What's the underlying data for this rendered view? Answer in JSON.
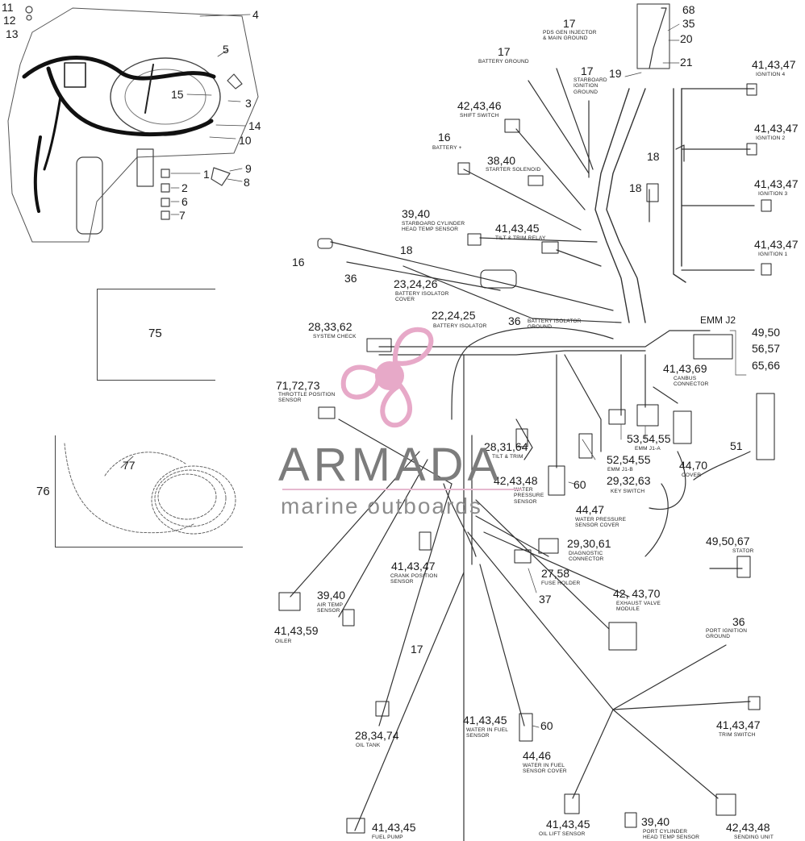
{
  "diagram": {
    "callouts": {
      "c11": "11",
      "c12": "12",
      "c13": "13",
      "c4": "4",
      "c5": "5",
      "c15": "15",
      "c3": "3",
      "c14": "14",
      "c10": "10",
      "c1": "1",
      "c2": "2",
      "c6": "6",
      "c7": "7",
      "c9": "9",
      "c8": "8",
      "c75": "75",
      "c76": "76",
      "c77": "77",
      "c17a": "17",
      "c17b": "17",
      "c17c": "17",
      "c17d": "17",
      "c68": "68",
      "c35": "35",
      "c20": "20",
      "c21": "21",
      "c19": "19",
      "c414347a": "41,43,47",
      "c414347b": "41,43,47",
      "c414347c": "41,43,47",
      "c414347d": "41,43,47",
      "c424346": "42,43,46",
      "c16a": "16",
      "c16b": "16",
      "c3840": "38,40",
      "c18a": "18",
      "c18b": "18",
      "c18c": "18",
      "c3940a": "39,40",
      "c414345a": "41,43,45",
      "c36a": "36",
      "c232426": "23,24,26",
      "c222425": "22,24,25",
      "c36b": "36",
      "c283362": "28,33,62",
      "emmj2": "EMM J2",
      "c4950": "49,50",
      "c5657": "56,57",
      "c6566": "65,66",
      "c414369": "41,43,69",
      "c717273": "71,72,73",
      "c283164": "28,31,64",
      "c424348a": "42,43,48",
      "c60a": "60",
      "c535455": "53,54,55",
      "c525455": "52,54,55",
      "c293263": "29,32,63",
      "c4470": "44,70",
      "c51": "51",
      "c4447": "44,47",
      "c293061": "29,30,61",
      "c2758": "27,58",
      "c37": "37",
      "c414347e": "41,43,47",
      "c3940b": "39,40",
      "c414359": "41,43,59",
      "c495067": "49,50,67",
      "c424370": "42, 43,70",
      "c36c": "36",
      "c283474": "28,34,74",
      "c414345b": "41,43,45",
      "c60b": "60",
      "c4446": "44,46",
      "c414347f": "41,43,47",
      "c414345c": "41,43,45",
      "c414345d": "41,43,45",
      "c3940c": "39,40",
      "c424348b": "42,43,48"
    },
    "captions": {
      "pds_injector": "PDS GEN INJECTOR\n& MAIN GROUND",
      "battery_ground": "BATTERY GROUND",
      "starboard_ignition_ground": "STARBOARD\nIGNITION\nGROUND",
      "shift_switch": "SHIFT SWITCH",
      "battery_plus": "BATTERY +",
      "starter_solenoid": "STARTER SOLENOID",
      "stbd_head_temp": "STARBOARD CYLINDER\nHEAD TEMP SENSOR",
      "tilt_trim_relay": "TILT & TRIM RELAY",
      "battery_isolator_cover": "BATTERY ISOLATOR\nCOVER",
      "battery_isolator": "BATTERY ISOLATOR",
      "battery_isolator_ground": "BATTERY ISOLATOR\nGROUND",
      "system_check": "SYSTEM CHECK",
      "ignition4": "IGNITION 4",
      "ignition2": "IGNITION 2",
      "ignition3": "IGNITION 3",
      "ignition1": "IGNITION 1",
      "canbus": "CANBUS\nCONNECTOR",
      "throttle_pos": "THROTTLE POSITION\nSENSOR",
      "tilt_trim": "TILT & TRIM",
      "water_pressure_sensor": "WATER\nPRESSURE\nSENSOR",
      "emm_j1a": "EMM J1-A",
      "emm_j1b": "EMM J1-B",
      "key_switch": "KEY SWITCH",
      "cover": "COVER",
      "water_pressure_cover": "WATER PRESSURE\nSENSOR COVER",
      "diagnostic": "DIAGNOSTIC\nCONNECTOR",
      "fuse_holder": "FUSE HOLDER",
      "crank_position": "CRANK POSITION\nSENSOR",
      "air_temp": "AIR TEMP\nSENSOR",
      "oiler": "OILER",
      "stator": "STATOR",
      "exhaust_valve": "EXHAUST VALVE\nMODULE",
      "port_ignition_ground": "PORT IGNITION\nGROUND",
      "oil_tank": "OIL TANK",
      "water_in_fuel": "WATER IN FUEL\nSENSOR",
      "wif_cover": "WATER IN FUEL\nSENSOR COVER",
      "trim_switch": "TRIM SWITCH",
      "fuel_pump": "FUEL PUMP",
      "oil_lift_sensor": "OIL LIFT SENSOR",
      "port_head_temp": "PORT CYLINDER\nHEAD TEMP SENSOR",
      "sending_unit": "SENDING UNIT"
    }
  },
  "watermark": {
    "brand": "ARMADA",
    "tagline": "marine outboards",
    "logo_icon": "propeller-icon",
    "accent_color": "#e7a9c8"
  }
}
